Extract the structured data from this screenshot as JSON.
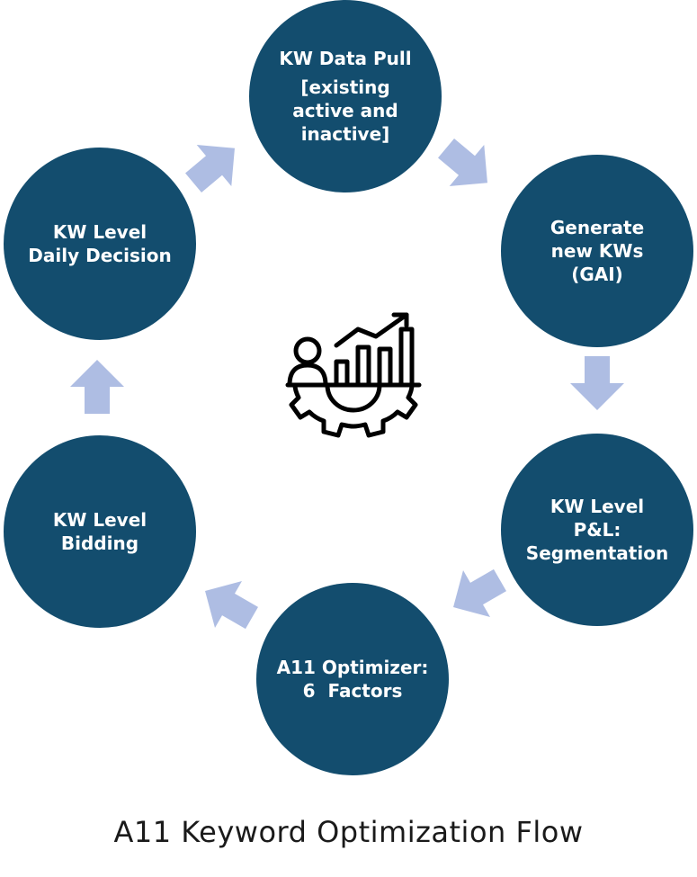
{
  "colors": {
    "node_fill": "#134D6E",
    "node_text": "#FFFFFF",
    "arrow_fill": "#AEBDE3",
    "icon_stroke": "#000000"
  },
  "center_icon": "analytics-person-gear-icon",
  "nodes": [
    {
      "lines": [
        "KW Data Pull",
        "[existing",
        "active and",
        "inactive]"
      ]
    },
    {
      "lines": [
        "Generate",
        "new KWs",
        "(GAI)"
      ]
    },
    {
      "lines": [
        "KW Level",
        "P&L:",
        "Segmentation"
      ]
    },
    {
      "lines": [
        "A11 Optimizer:",
        "6  Factors"
      ]
    },
    {
      "lines": [
        "KW Level",
        "Bidding"
      ]
    },
    {
      "lines": [
        "KW Level",
        "Daily Decision"
      ]
    }
  ],
  "caption": "A11 Keyword Optimization Flow"
}
